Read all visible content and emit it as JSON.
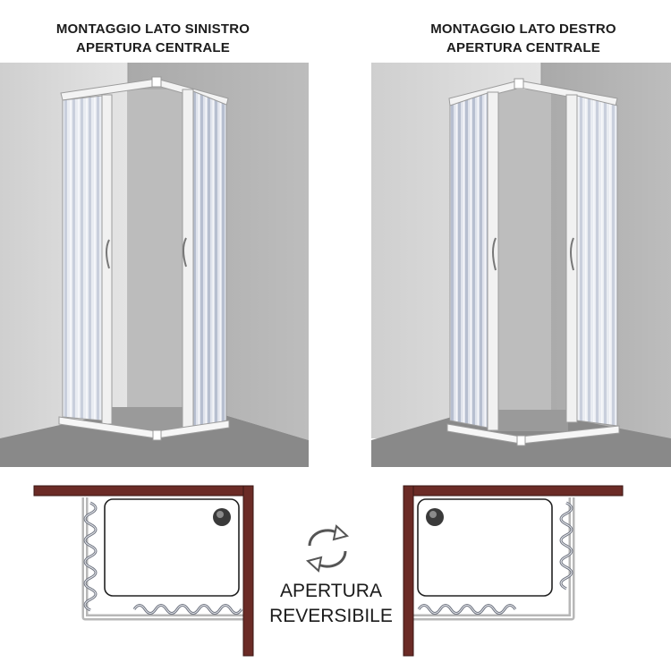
{
  "left_panel": {
    "title_line1": "MONTAGGIO LATO SINISTRO",
    "title_line2": "APERTURA CENTRALE"
  },
  "right_panel": {
    "title_line1": "MONTAGGIO LATO DESTRO",
    "title_line2": "APERTURA CENTRALE"
  },
  "reversible": {
    "line1": "APERTURA",
    "line2": "REVERSIBILE",
    "icon": "reverse-arrows-icon"
  },
  "colors": {
    "wall_brown": "#6b2b26",
    "frame_gray": "#b8b8b8",
    "floor_gray": "#8b8b8b",
    "wall_light": "#d6d6d6"
  }
}
